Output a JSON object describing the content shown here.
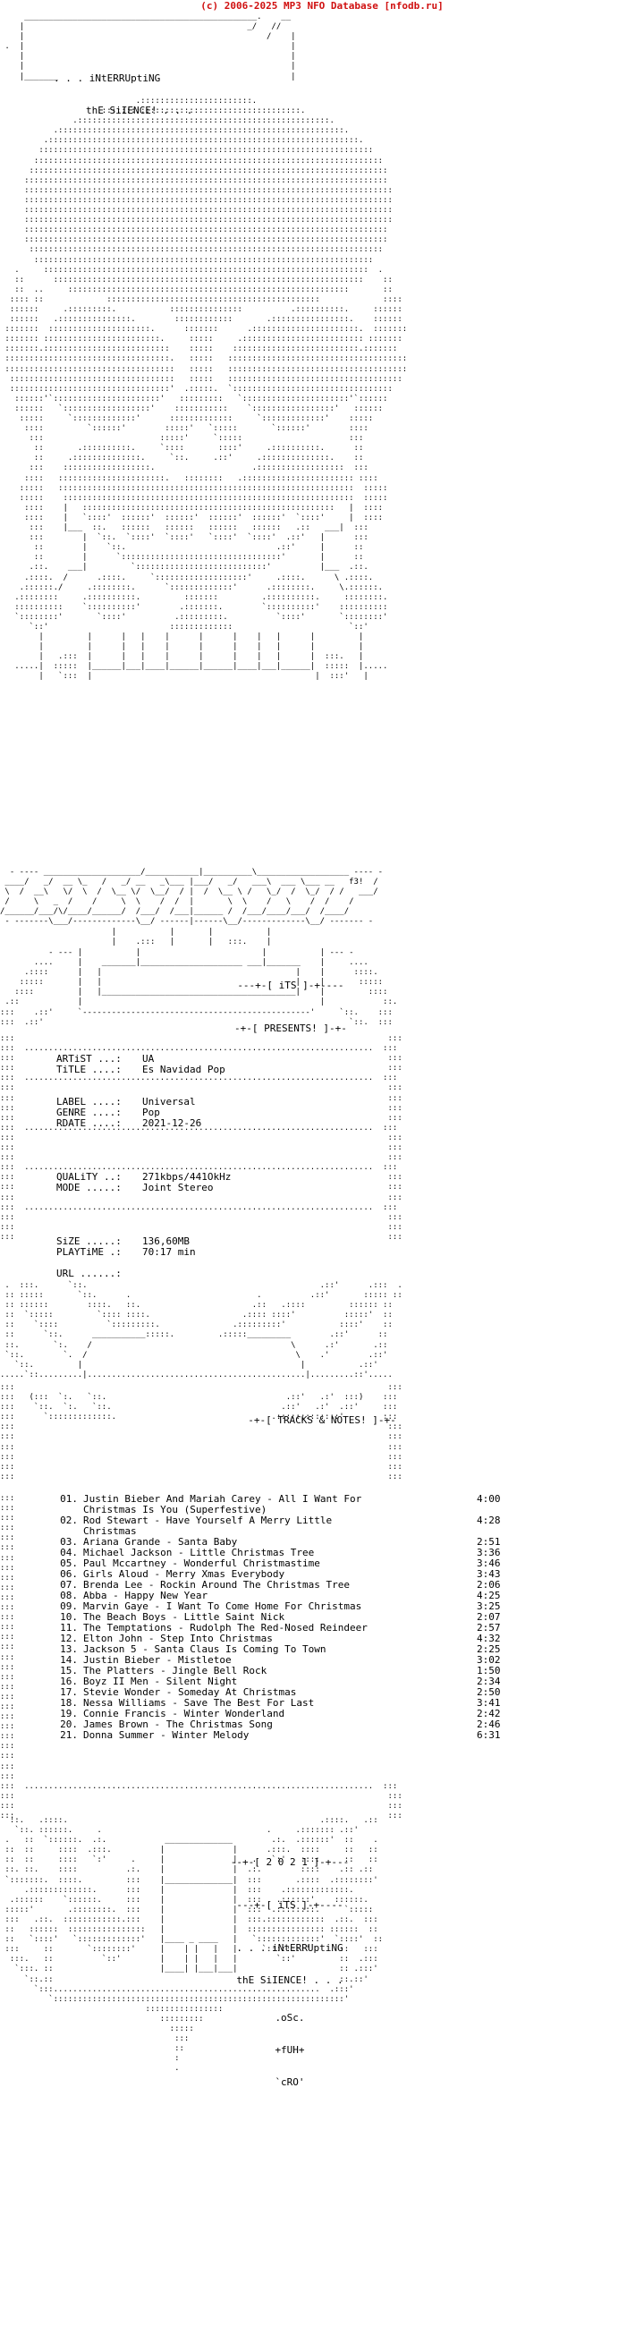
{
  "header": {
    "copyright": "(c) 2006-2025 MP3 NFO Database [nfodb.ru]"
  },
  "intro": {
    "line1": ". . . iNtERRUptiNG",
    "line2": "thE SiIENCE! . . ."
  },
  "presents": {
    "its": "---+-[ iTS ]-+----",
    "presents": "-+-[ PRESENTS! ]-+-"
  },
  "release": {
    "artist_label": "ARTiST ...:",
    "artist": "UA",
    "title_label": "TiTLE ....:",
    "title": "Es Navidad Pop",
    "label_label": "LABEL ....:",
    "label": "Universal",
    "genre_label": "GENRE ....:",
    "genre": "Pop",
    "rdate_label": "RDATE ....:",
    "rdate": "2021-12-26",
    "quality_label": "QUALiTY ..:",
    "quality": "271kbps/441OkHz",
    "mode_label": "MODE .....:",
    "mode": "Joint Stereo",
    "size_label": "SiZE .....:",
    "size": "136,60MB",
    "playtime_label": "PLAYTiME .:",
    "playtime": "70:17 min",
    "url_label": "URL ......:",
    "url": ""
  },
  "tracks_header": "-+-[ TRACKS & NOTES! ]-+-",
  "tracks": [
    {
      "num": "01.",
      "title": "Justin Bieber And Mariah Carey - All I Want For",
      "cont": "Christmas Is You (Superfestive)",
      "len": "4:00"
    },
    {
      "num": "02.",
      "title": "Rod Stewart - Have Yourself A Merry Little",
      "cont": "Christmas",
      "len": "4:28"
    },
    {
      "num": "03.",
      "title": "Ariana Grande - Santa Baby",
      "len": "2:51"
    },
    {
      "num": "04.",
      "title": "Michael Jackson - Little Christmas Tree",
      "len": "3:36"
    },
    {
      "num": "05.",
      "title": "Paul Mccartney - Wonderful Christmastime",
      "len": "3:46"
    },
    {
      "num": "06.",
      "title": "Girls Aloud - Merry Xmas Everybody",
      "len": "3:43"
    },
    {
      "num": "07.",
      "title": "Brenda Lee - Rockin Around The Christmas Tree",
      "len": "2:06"
    },
    {
      "num": "08.",
      "title": "Abba - Happy New Year",
      "len": "4:25"
    },
    {
      "num": "09.",
      "title": "Marvin Gaye - I Want To Come Home For Christmas",
      "len": "3:25"
    },
    {
      "num": "10.",
      "title": "The Beach Boys - Little Saint Nick",
      "len": "2:07"
    },
    {
      "num": "11.",
      "title": "The Temptations - Rudolph The Red-Nosed Reindeer",
      "len": "2:57"
    },
    {
      "num": "12.",
      "title": "Elton John - Step Into Christmas",
      "len": "4:32"
    },
    {
      "num": "13.",
      "title": "Jackson 5 - Santa Claus Is Coming To Town",
      "len": "2:25"
    },
    {
      "num": "14.",
      "title": "Justin Bieber - Mistletoe",
      "len": "3:02"
    },
    {
      "num": "15.",
      "title": "The Platters - Jingle Bell Rock",
      "len": "1:50"
    },
    {
      "num": "16.",
      "title": "Boyz II Men - Silent Night",
      "len": "2:34"
    },
    {
      "num": "17.",
      "title": "Stevie Wonder - Someday At Christmas",
      "len": "2:50"
    },
    {
      "num": "18.",
      "title": "Nessa Williams - Save The Best For Last",
      "len": "3:41"
    },
    {
      "num": "19.",
      "title": "Connie Francis - Winter Wonderland",
      "len": "2:42"
    },
    {
      "num": "20.",
      "title": "James Brown - The Christmas Song",
      "len": "2:46"
    },
    {
      "num": "21.",
      "title": "Donna Summer - Winter Melody",
      "len": "6:31"
    }
  ],
  "footer": {
    "year": "--+-[ 2 0 2 1 ]-+---",
    "its": "---+-[ iTS ]-+----",
    "line1": ". . . iNtERRUptiNG",
    "line2": "thE SiIENCE! . . .",
    "sig1": ".oSc.",
    "sig2": "+fUH+",
    "sig3": "`cRO'"
  },
  "art_tag": "f3!"
}
